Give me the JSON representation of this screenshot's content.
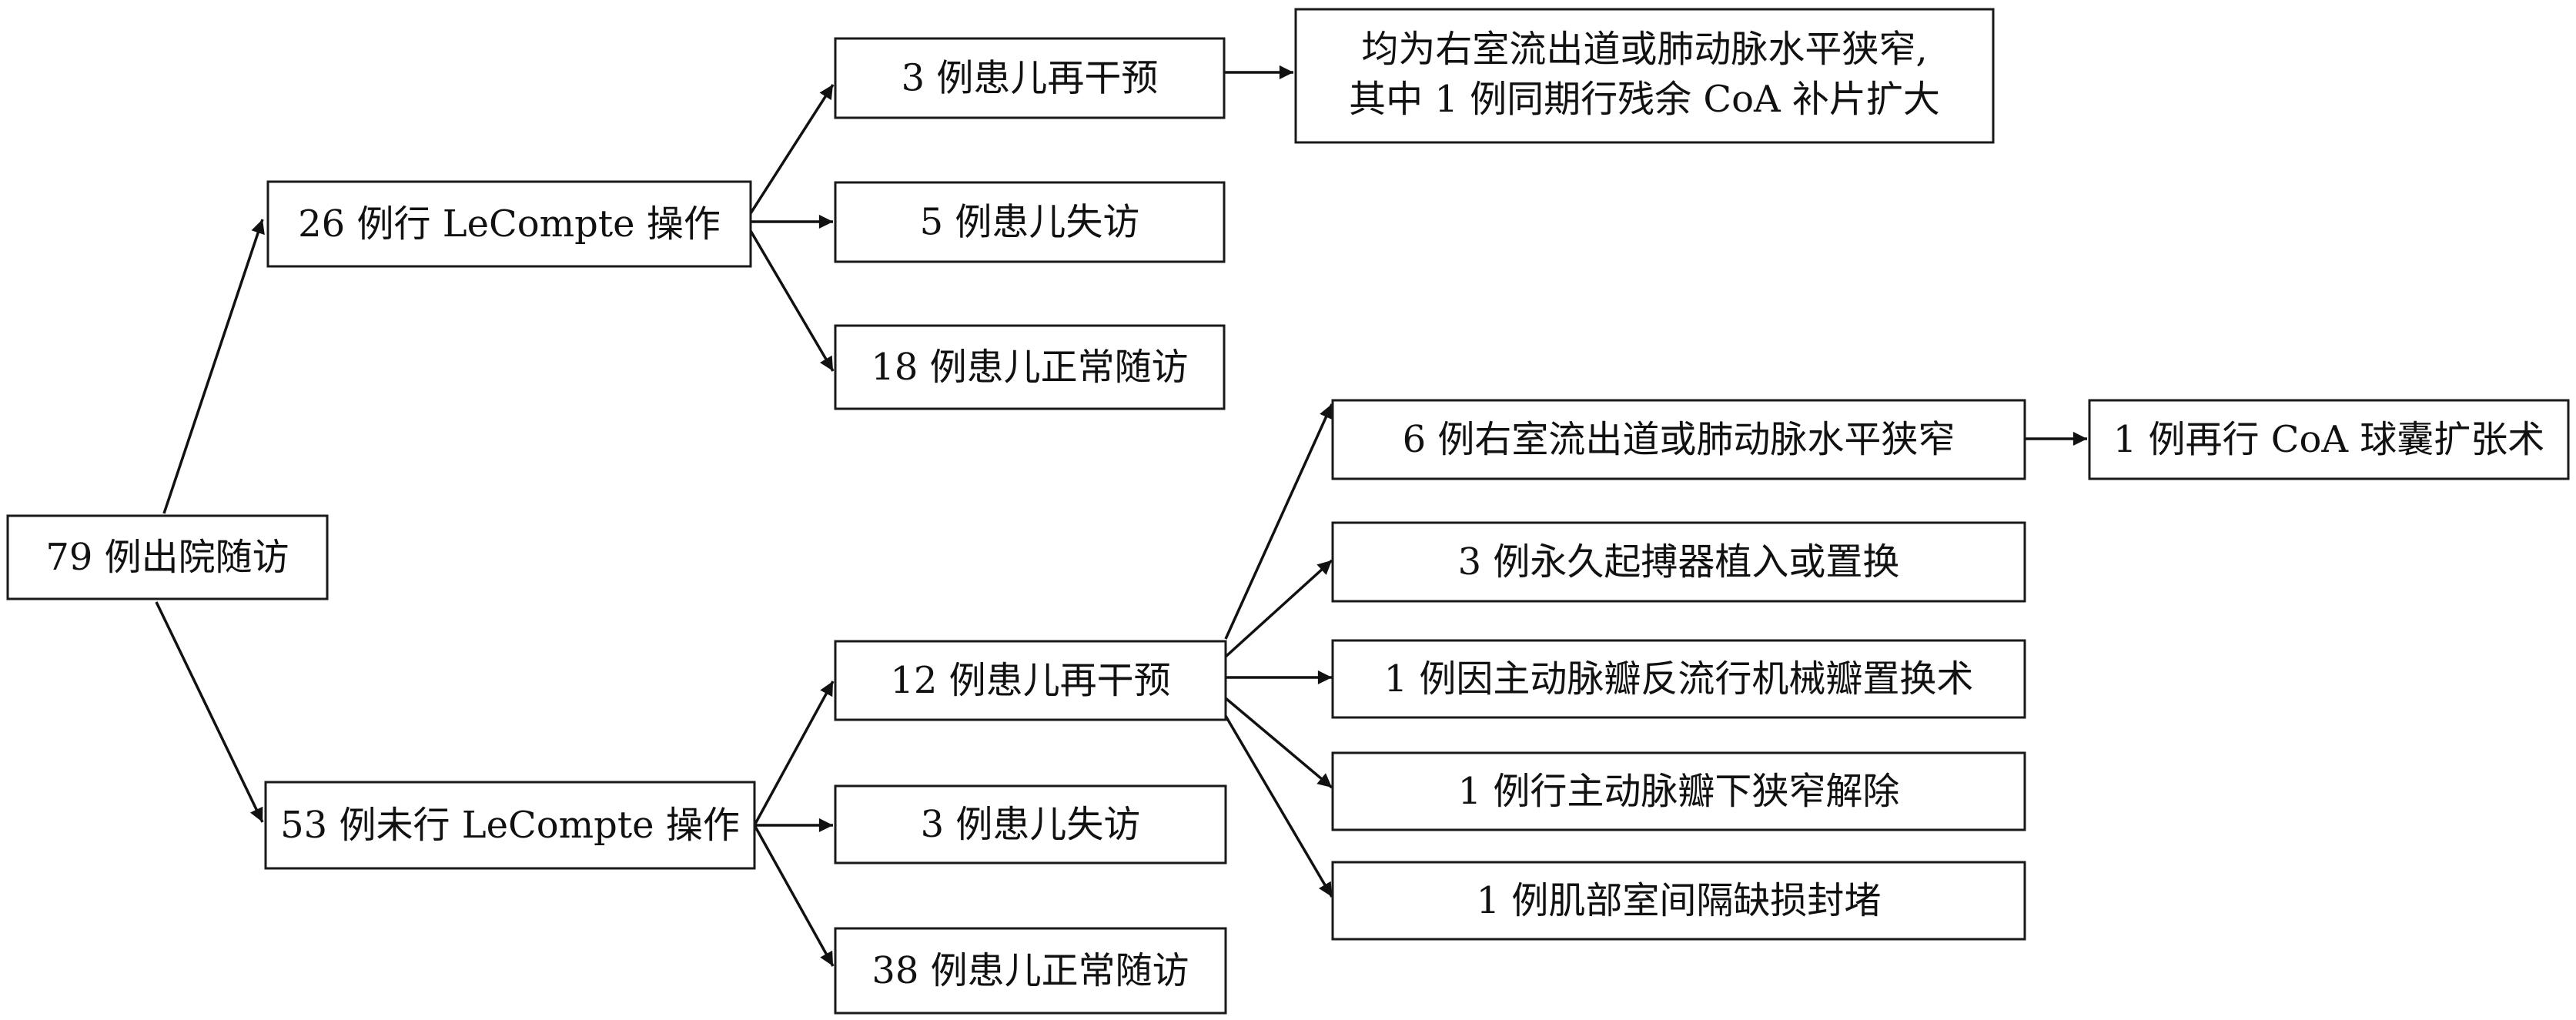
{
  "root": {
    "label": "79 例出院随访"
  },
  "lecompte_yes": {
    "label": "26 例行 LeCompte 操作",
    "reintervention": {
      "label": "3 例患儿再干预"
    },
    "reintervention_detail": {
      "lines": [
        "均为右室流出道或肺动脉水平狭窄,",
        "其中 1 例同期行残余 CoA 补片扩大"
      ]
    },
    "lost": {
      "label": "5 例患儿失访"
    },
    "normal": {
      "label": "18 例患儿正常随访"
    }
  },
  "lecompte_no": {
    "label": "53 例未行 LeCompte 操作",
    "reintervention": {
      "label": "12 例患儿再干预"
    },
    "details": {
      "rvot": {
        "label": "6 例右室流出道或肺动脉水平狭窄"
      },
      "coa_balloon": {
        "label": "1 例再行 CoA 球囊扩张术"
      },
      "pacemaker": {
        "label": "3 例永久起搏器植入或置换"
      },
      "valve_replacement": {
        "label": "1 例因主动脉瓣反流行机械瓣置换术"
      },
      "subvalvular": {
        "label": "1 例行主动脉瓣下狭窄解除"
      },
      "vsd_closure": {
        "label": "1 例肌部室间隔缺损封堵"
      }
    },
    "lost": {
      "label": "3 例患儿失访"
    },
    "normal": {
      "label": "38 例患儿正常随访"
    }
  }
}
